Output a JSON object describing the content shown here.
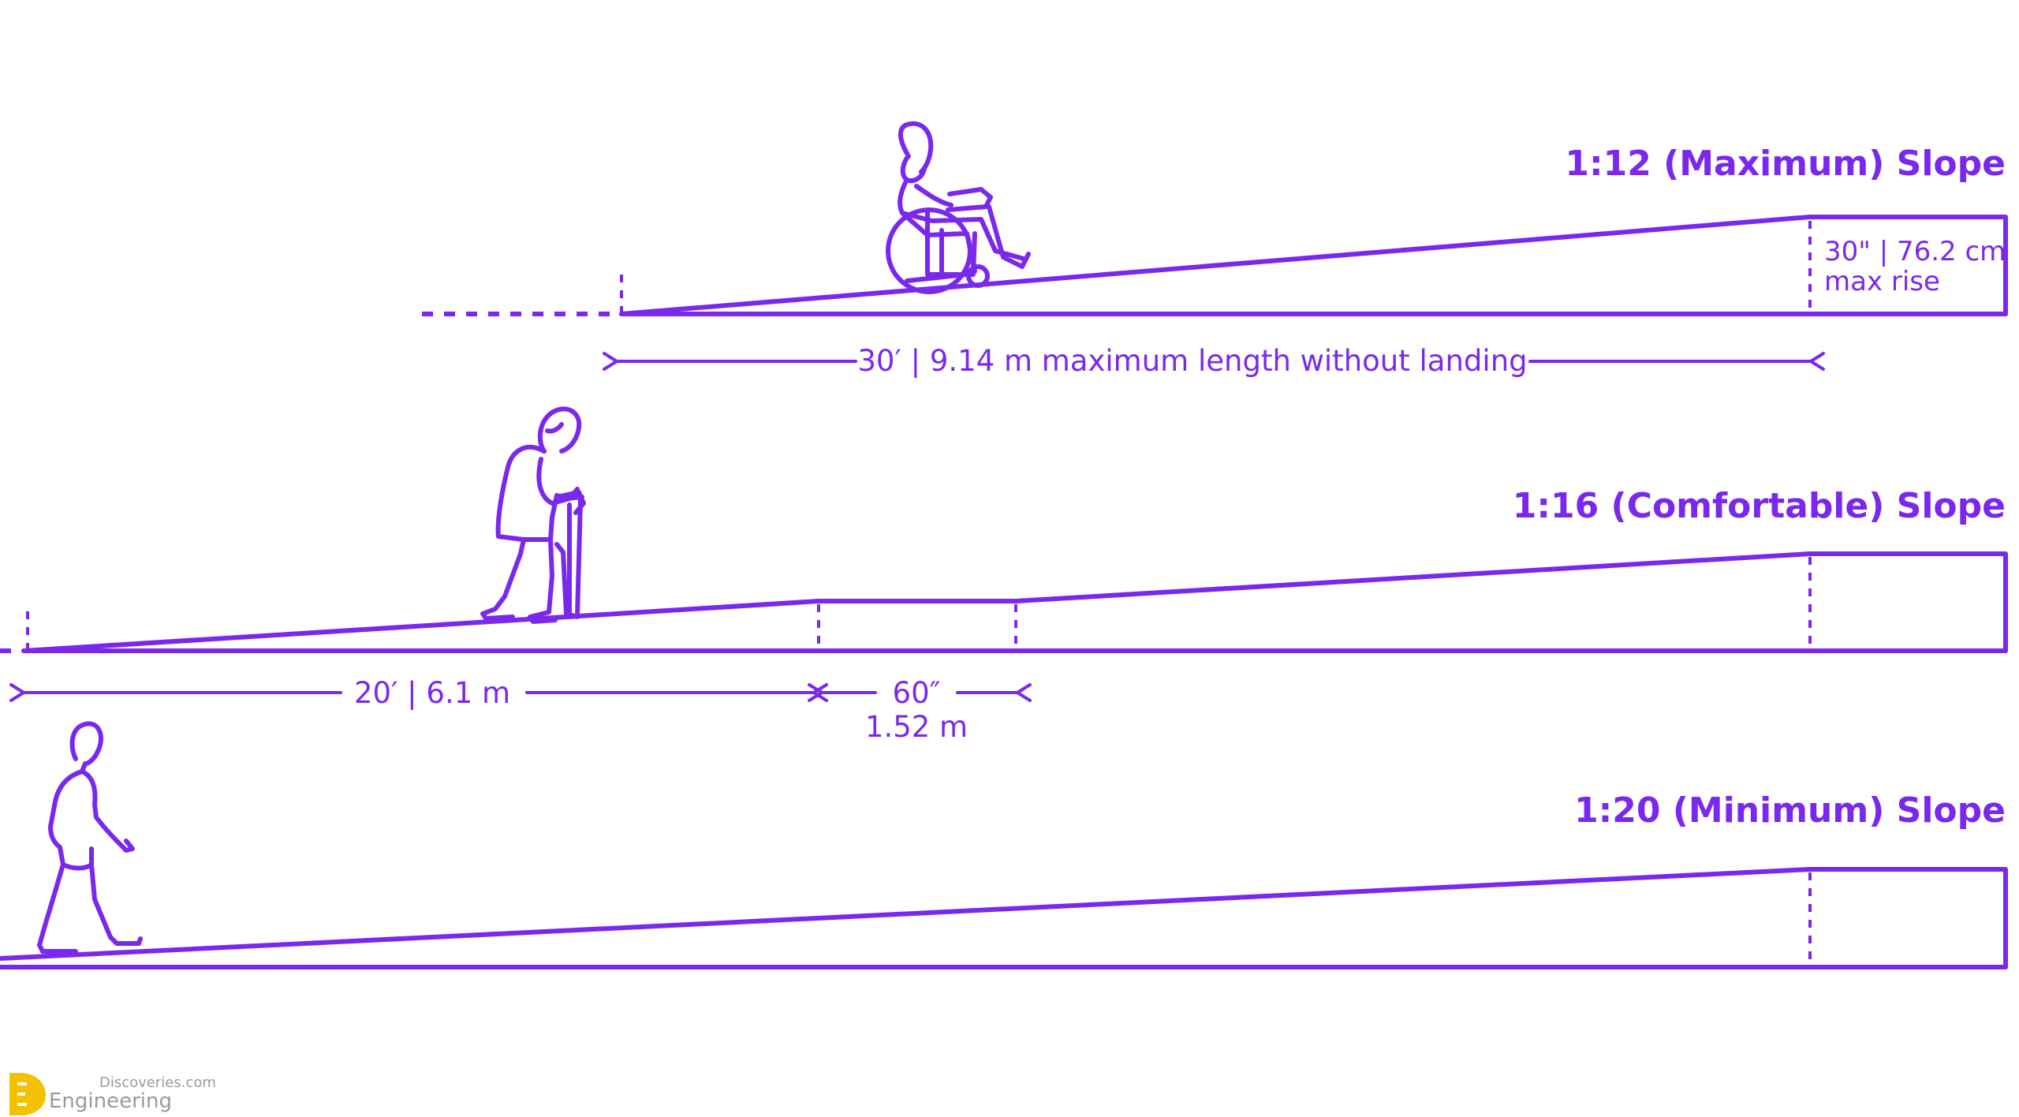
{
  "colors": {
    "accent": "#7a28ee",
    "logo_yellow": "#f2c200",
    "logo_gray": "#9a9a9a",
    "background": "#ffffff"
  },
  "ramps": {
    "max": {
      "title": "1:12 (Maximum) Slope",
      "rise_line1": "30\" | 76.2 cm",
      "rise_line2": "max rise",
      "length_label": "30′ | 9.14 m maximum length without landing"
    },
    "comfortable": {
      "title": "1:16 (Comfortable) Slope",
      "run_label": "20′ | 6.1 m",
      "landing_line1": "60″",
      "landing_line2": "1.52 m"
    },
    "min": {
      "title": "1:20 (Minimum) Slope"
    }
  },
  "figures": {
    "wheelchair": "wheelchair-user-icon",
    "cane": "elderly-person-with-cane-icon",
    "walker": "walking-person-icon"
  },
  "watermark": {
    "site": "Discoveries.com",
    "brand": "Engineering"
  }
}
